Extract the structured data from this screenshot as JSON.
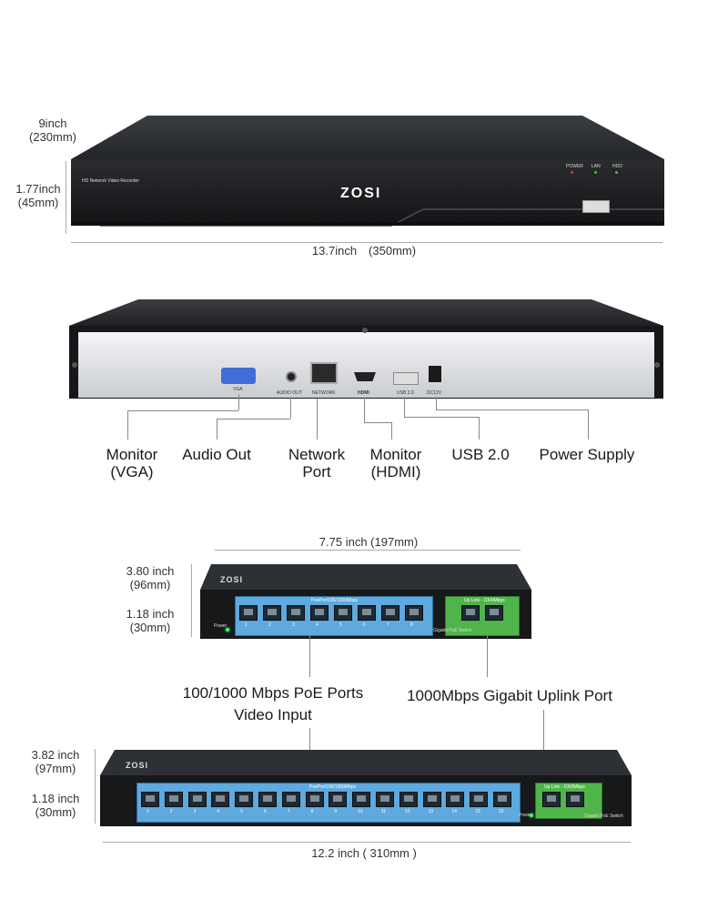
{
  "nvr_front": {
    "depth_label": "9inch\n(230mm)",
    "height_label": "1.77inch\n(45mm)",
    "width_label": "13.7inch　(350mm)",
    "brand": "ZOSI",
    "model_text": "HD Network Video Recorder",
    "led_labels": [
      "POWER",
      "LAN",
      "HDD"
    ]
  },
  "nvr_back": {
    "port_labels": [
      "VGA",
      "AUDIO OUT",
      "NETWORK",
      "HDMI",
      "USB 2.0",
      "DC12V"
    ],
    "callouts": [
      "Monitor\n(VGA)",
      "Audio Out",
      "Network\nPort",
      "Monitor\n(HDMI)",
      "USB 2.0",
      "Power Supply"
    ]
  },
  "switch_small": {
    "width_label": "7.75 inch (197mm)",
    "depth_label": "3.80 inch\n(96mm)",
    "height_label": "1.18 inch\n(30mm)",
    "brand": "ZOSI",
    "poe_header": "PoePort100/1000Mbps",
    "uplink_header": "Up Link - 1000Mbps",
    "power_label": "Power",
    "model_text": "Gigabit PoE Switch",
    "port_numbers": [
      "1",
      "2",
      "3",
      "4",
      "5",
      "6",
      "7",
      "8"
    ]
  },
  "callouts_mid": {
    "poe": "100/1000 Mbps PoE Ports\nVideo Input",
    "uplink": "1000Mbps Gigabit Uplink Port"
  },
  "switch_large": {
    "depth_label": "3.82 inch\n(97mm)",
    "height_label": "1.18 inch\n(30mm)",
    "width_label": "12.2 inch ( 310mm )",
    "brand": "ZOSI",
    "poe_header": "PoePort100/1000Mbps",
    "uplink_header": "Up Link - 1000Mbps",
    "power_label": "Power",
    "model_text": "Gigabit PoE Switch",
    "port_numbers": [
      "1",
      "2",
      "3",
      "4",
      "5",
      "6",
      "7",
      "8",
      "9",
      "10",
      "11",
      "12",
      "13",
      "14",
      "15",
      "16"
    ]
  }
}
